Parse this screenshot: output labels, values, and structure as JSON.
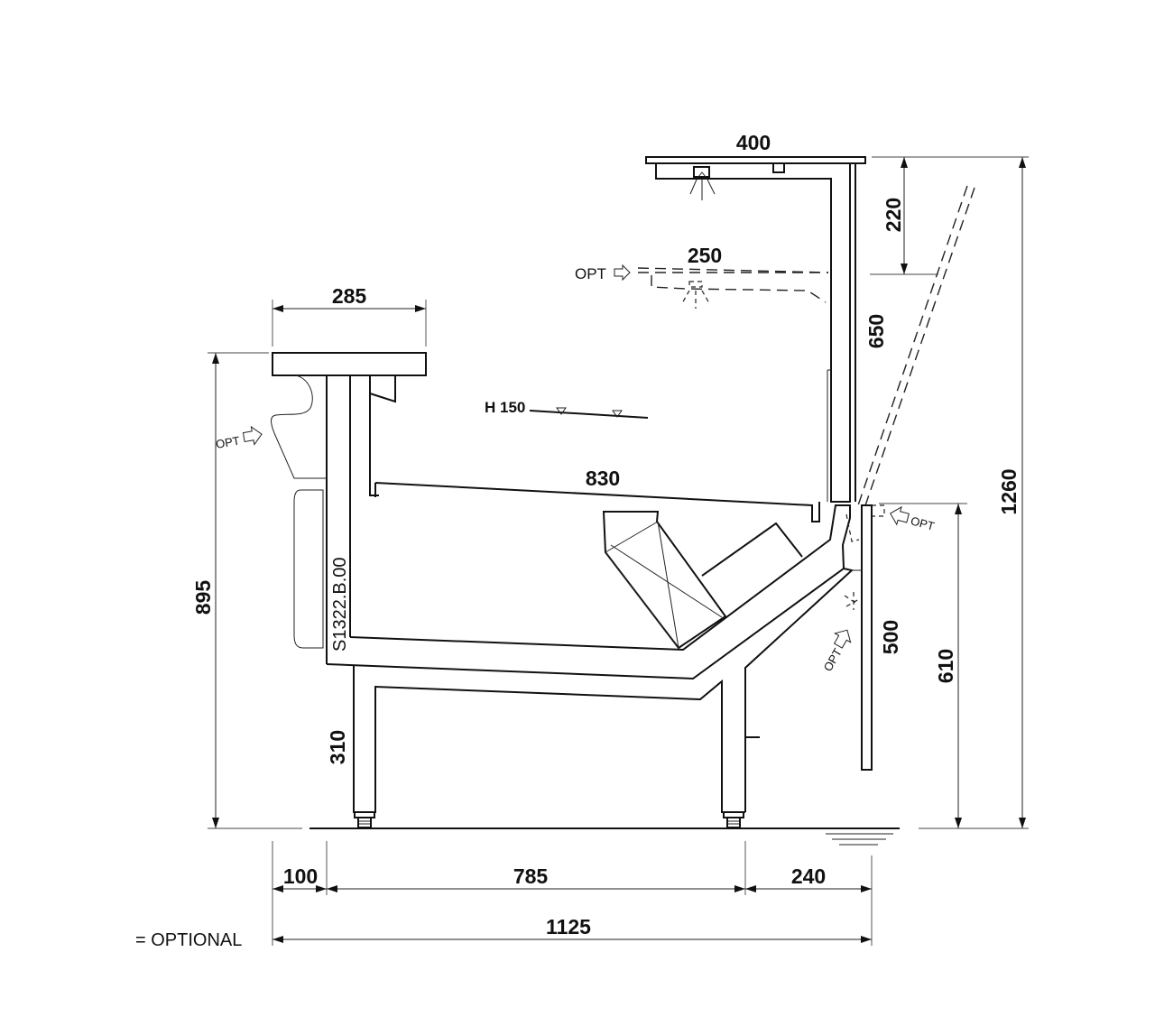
{
  "dimensions": {
    "top_canopy_width": "400",
    "top_to_opt_light": "220",
    "opt_light_width": "250",
    "shelf_to_counter": "650",
    "total_height": "1260",
    "shelf_width": "285",
    "counter_height": "895",
    "display_depth": "830",
    "front_glass_height": "500",
    "front_height": "610",
    "leg_height": "310",
    "rear_offset": "100",
    "leg_spacing": "785",
    "front_overhang": "240",
    "total_depth": "1125"
  },
  "labels": {
    "h150": "H 150",
    "opt": "OPT",
    "model_code": "S1322.B.00",
    "legend": "= OPTIONAL"
  }
}
